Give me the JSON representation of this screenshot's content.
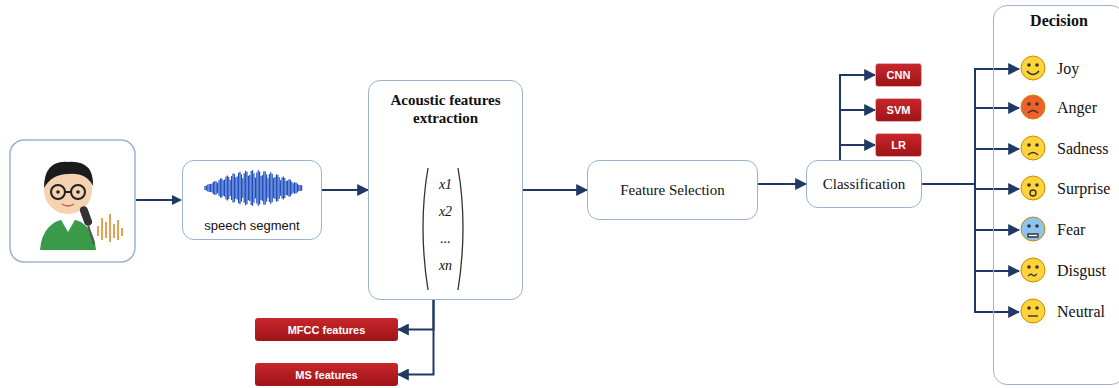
{
  "diagram": {
    "nodes": [
      {
        "text": [
          "speech segment"
        ]
      },
      {
        "text": [
          "Acoustic features extraction",
          "x1",
          "x2",
          "...",
          "xn"
        ]
      },
      {
        "text": [
          "MFCC features"
        ]
      },
      {
        "text": [
          "MS features"
        ]
      },
      {
        "text": [
          "Feature Selection"
        ]
      },
      {
        "text": [
          "Classification"
        ]
      },
      {
        "text": [
          "CNN"
        ]
      },
      {
        "text": [
          "SVM"
        ]
      },
      {
        "text": [
          "LR"
        ]
      },
      {
        "text": [
          "Decision"
        ]
      },
      {
        "text": [
          "Joy"
        ],
        "in": 9
      },
      {
        "text": [
          "Anger"
        ],
        "in": 9
      },
      {
        "text": [
          "Sadness"
        ],
        "in": 9
      },
      {
        "text": [
          "Surprise"
        ],
        "in": 9
      },
      {
        "text": [
          "Fear"
        ],
        "in": 9
      },
      {
        "text": [
          "Disgust"
        ],
        "in": 9
      },
      {
        "text": [
          "Neutral"
        ],
        "in": 9
      }
    ],
    "edges": [
      {
        "from": 0,
        "to": 1,
        "arrow": "to"
      },
      {
        "from": 1,
        "to": 2,
        "arrow": "to"
      },
      {
        "from": 1,
        "to": 3,
        "arrow": "to"
      },
      {
        "from": 1,
        "to": 4,
        "arrow": "to"
      },
      {
        "from": 4,
        "to": 5,
        "arrow": "to"
      },
      {
        "from": 5,
        "to": 6,
        "arrow": "to"
      },
      {
        "from": 5,
        "to": 7,
        "arrow": "to"
      },
      {
        "from": 5,
        "to": 8,
        "arrow": "to"
      },
      {
        "from": 5,
        "to": 10,
        "arrow": "to"
      },
      {
        "from": 5,
        "to": 11,
        "arrow": "to"
      },
      {
        "from": 5,
        "to": 12,
        "arrow": "to"
      },
      {
        "from": 5,
        "to": 13,
        "arrow": "to"
      },
      {
        "from": 5,
        "to": 14,
        "arrow": "to"
      },
      {
        "from": 5,
        "to": 15,
        "arrow": "to"
      },
      {
        "from": 5,
        "to": 16,
        "arrow": "to"
      }
    ]
  }
}
